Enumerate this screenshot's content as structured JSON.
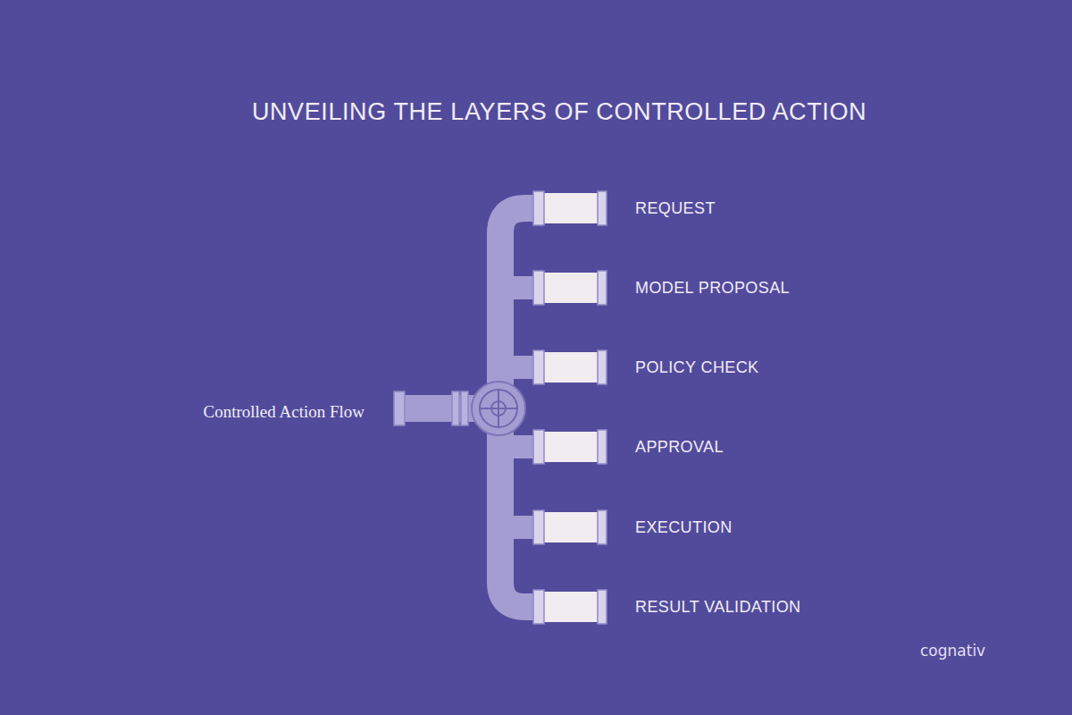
{
  "diagram": {
    "title": "UNVEILING THE LAYERS OF CONTROLLED ACTION",
    "labels": [
      "REQUEST",
      "MODEL PROPOSAL",
      "POLICY CHECK",
      "APPROVAL",
      "EXECUTION",
      "RESULT VALIDATION",
      "Controlled Action Flow",
      "cognativ"
    ]
  }
}
